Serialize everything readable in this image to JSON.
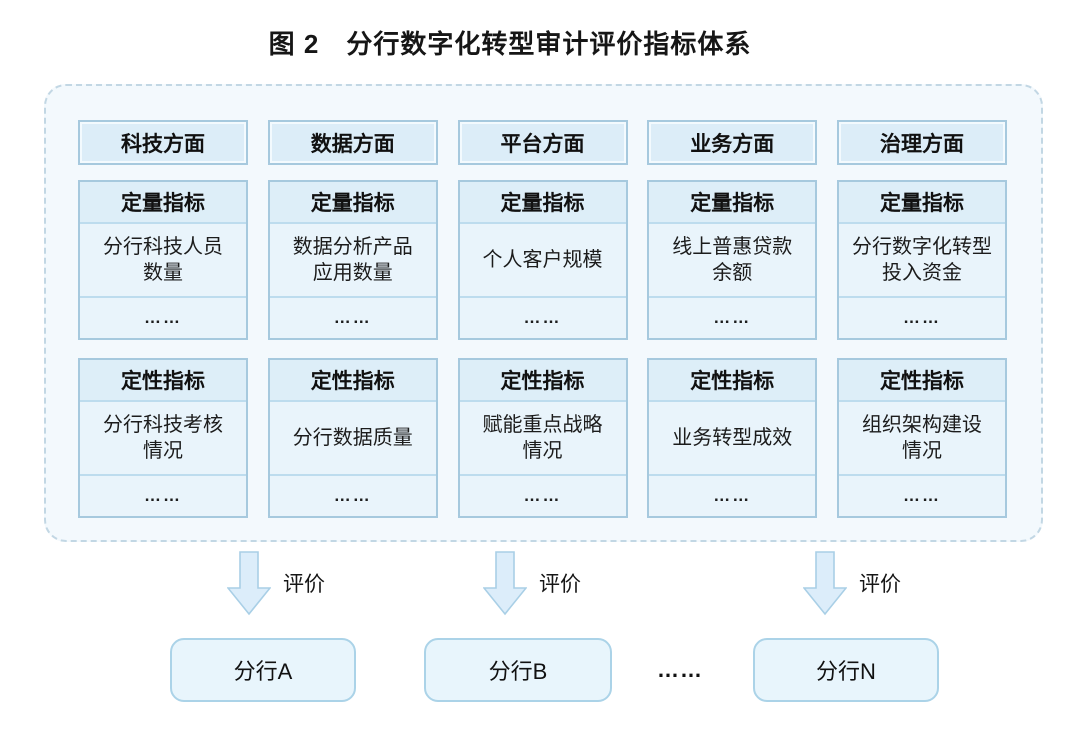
{
  "title": "图 2　分行数字化转型审计评价指标体系",
  "colors": {
    "panel_background": "#f3f9fd",
    "panel_dashed_border": "#c2d7e4",
    "box_border": "#a6c9de",
    "header_fill": "#dcedf8",
    "cell_fill": "#e9f4fb",
    "divider": "#bddcee",
    "arrow_fill": "#dcedfa",
    "arrow_stroke": "#a9cfe6",
    "branch_fill": "#e8f5fc",
    "branch_border": "#abd3e8",
    "text": "#111111"
  },
  "columns": [
    {
      "aspect": "科技方面",
      "quant": {
        "header": "定量指标",
        "item": "分行科技人员\n数量",
        "more": "……"
      },
      "qual": {
        "header": "定性指标",
        "item": "分行科技考核\n情况",
        "more": "……"
      }
    },
    {
      "aspect": "数据方面",
      "quant": {
        "header": "定量指标",
        "item": "数据分析产品\n应用数量",
        "more": "……"
      },
      "qual": {
        "header": "定性指标",
        "item": "分行数据质量",
        "more": "……"
      }
    },
    {
      "aspect": "平台方面",
      "quant": {
        "header": "定量指标",
        "item": "个人客户规模",
        "more": "……"
      },
      "qual": {
        "header": "定性指标",
        "item": "赋能重点战略\n情况",
        "more": "……"
      }
    },
    {
      "aspect": "业务方面",
      "quant": {
        "header": "定量指标",
        "item": "线上普惠贷款\n余额",
        "more": "……"
      },
      "qual": {
        "header": "定性指标",
        "item": "业务转型成效",
        "more": "……"
      }
    },
    {
      "aspect": "治理方面",
      "quant": {
        "header": "定量指标",
        "item": "分行数字化转型\n投入资金",
        "more": "……"
      },
      "qual": {
        "header": "定性指标",
        "item": "组织架构建设\n情况",
        "more": "……"
      }
    }
  ],
  "evaluation": {
    "label": "评价"
  },
  "branches": {
    "a": "分行A",
    "b": "分行B",
    "ellipsis": "……",
    "n": "分行N"
  }
}
